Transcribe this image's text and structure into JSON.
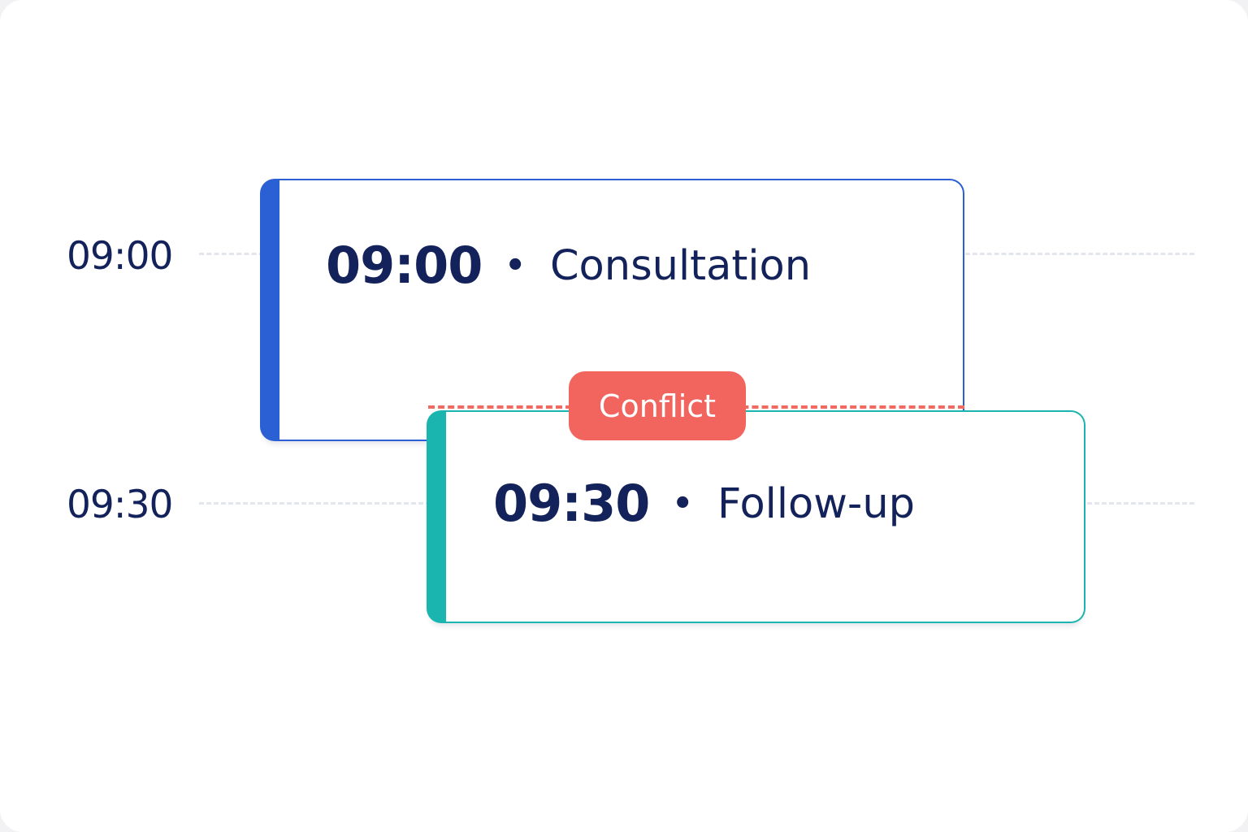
{
  "timeline": {
    "slots": [
      "09:00",
      "09:30"
    ]
  },
  "events": [
    {
      "time": "09:00",
      "separator": "•",
      "title": "Consultation",
      "color": "#2a60d4"
    },
    {
      "time": "09:30",
      "separator": "•",
      "title": "Follow-up",
      "color": "#1bb5b0"
    }
  ],
  "conflict": {
    "label": "Conflict",
    "color": "#f2655f"
  }
}
